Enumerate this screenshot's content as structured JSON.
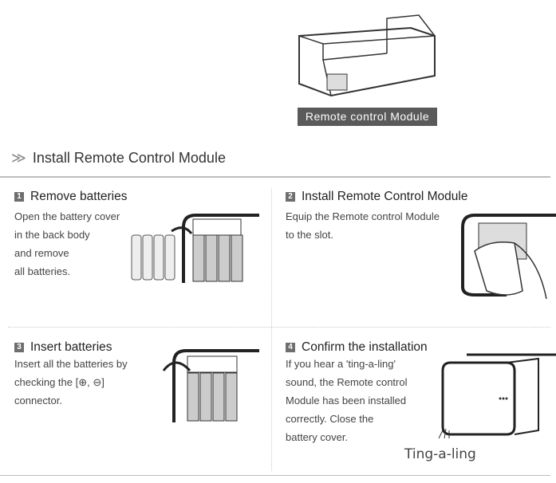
{
  "module_label": "Remote control Module",
  "section_title": "Install Remote Control Module",
  "steps": [
    {
      "number": "1",
      "title": "Remove batteries",
      "lines": [
        "Open the battery cover",
        "in the back body",
        "and remove",
        "all batteries."
      ]
    },
    {
      "number": "2",
      "title": "Install Remote Control Module",
      "lines": [
        "Equip the Remote control Module",
        "to the slot."
      ]
    },
    {
      "number": "3",
      "title": "Insert batteries",
      "lines": [
        "Insert all the batteries by",
        "checking the [⊕, ⊖]",
        "connector."
      ]
    },
    {
      "number": "4",
      "title": "Confirm the installation",
      "lines": [
        "If you hear a 'ting-a-ling'",
        "sound, the Remote control",
        "Module has been installed",
        "correctly. Close the",
        "battery cover."
      ]
    }
  ],
  "sound_label": "Ting-a-ling"
}
